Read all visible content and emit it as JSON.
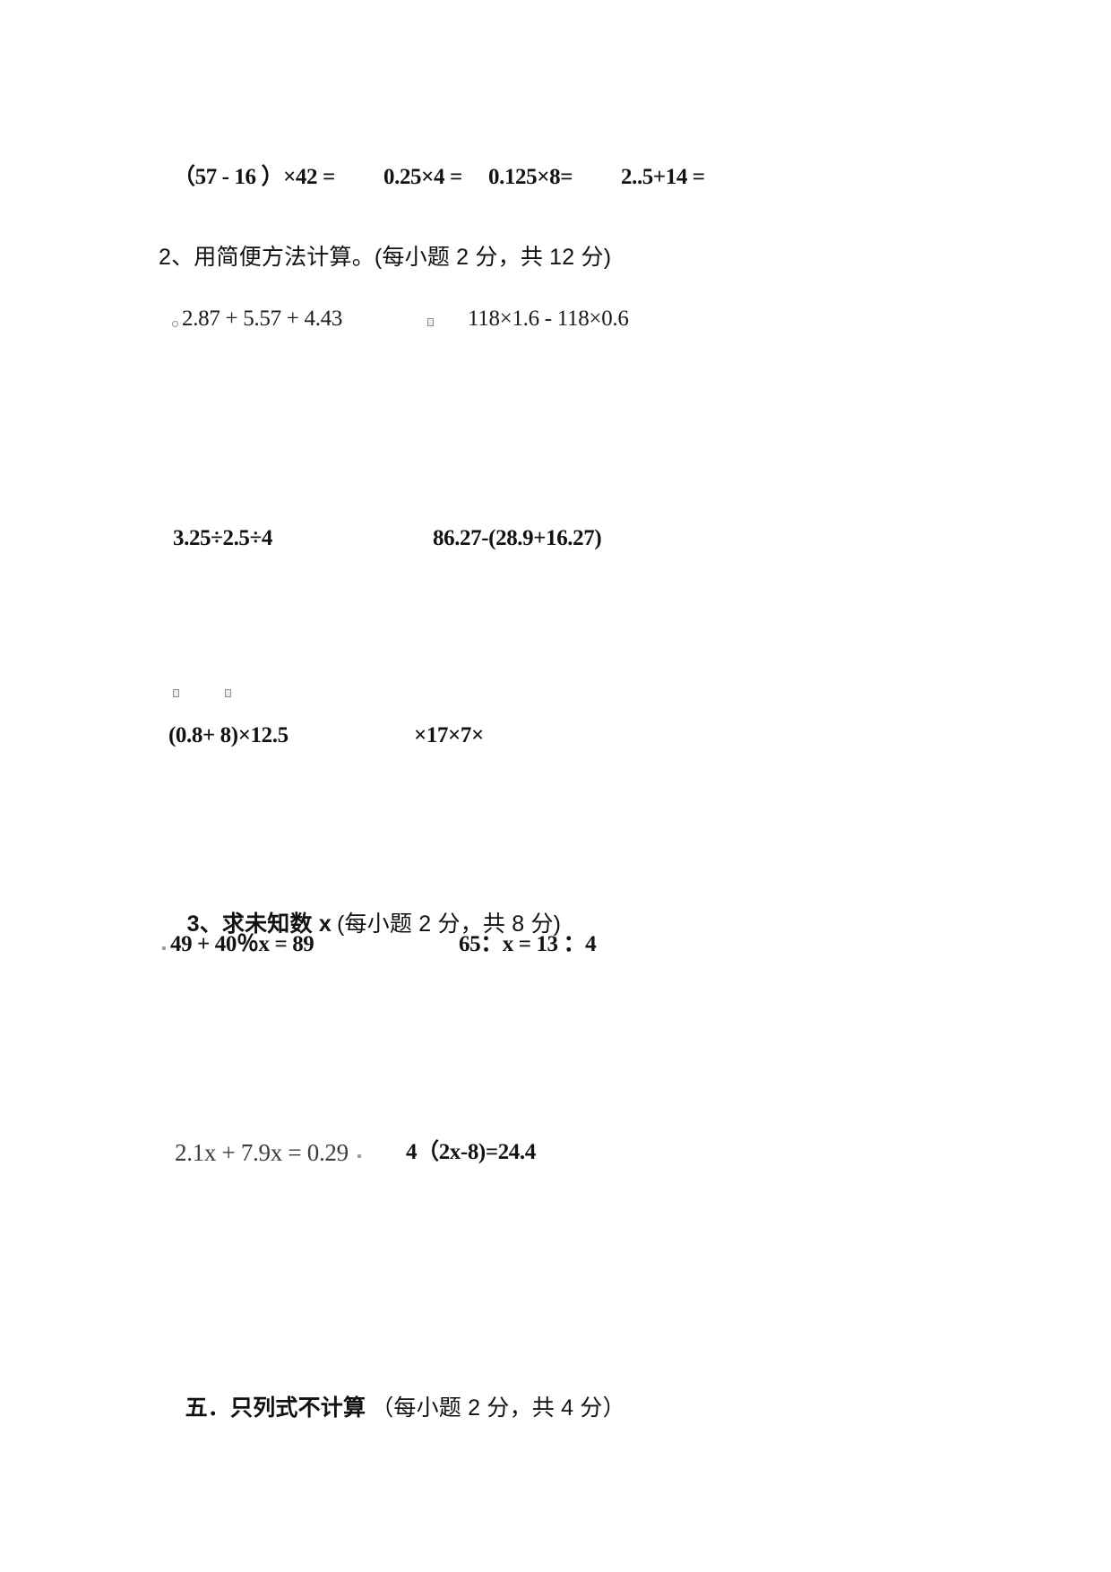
{
  "page": {
    "background": "#ffffff",
    "ink": "#121212",
    "muted_ink": "#3d3d3d",
    "artifact_gray": "#8f8f8f"
  },
  "oral_calc": {
    "items": [
      "（57 - 16 ）×42 =",
      "0.25×4 =",
      "0.125×8=",
      "2..5+14 ="
    ]
  },
  "simple_calc": {
    "heading": "2、用简便方法计算。(每小题 2 分，共 12 分)",
    "rows": [
      {
        "left": "2.87 + 5.57 + 4.43",
        "right": "118×1.6 - 118×0.6"
      },
      {
        "left": "3.25÷2.5÷4",
        "right": "86.27-(28.9+16.27)"
      },
      {
        "left": "(0.8+ 8)×12.5",
        "right": "×17×7×"
      }
    ]
  },
  "solve_x": {
    "heading_main": "3、求未知数 x",
    "heading_note": "(每小题 2 分，共 8 分)",
    "rows": [
      {
        "left": "49 + 40％x = 89",
        "right": "65：x = 13 ：4"
      },
      {
        "left": "2.1x + 7.9x = 0.29",
        "right": "4（2x-8)=24.4"
      }
    ]
  },
  "list_only": {
    "heading_main": "五．只列式不计算",
    "heading_note": "（每小题 2 分，共 4 分）"
  }
}
